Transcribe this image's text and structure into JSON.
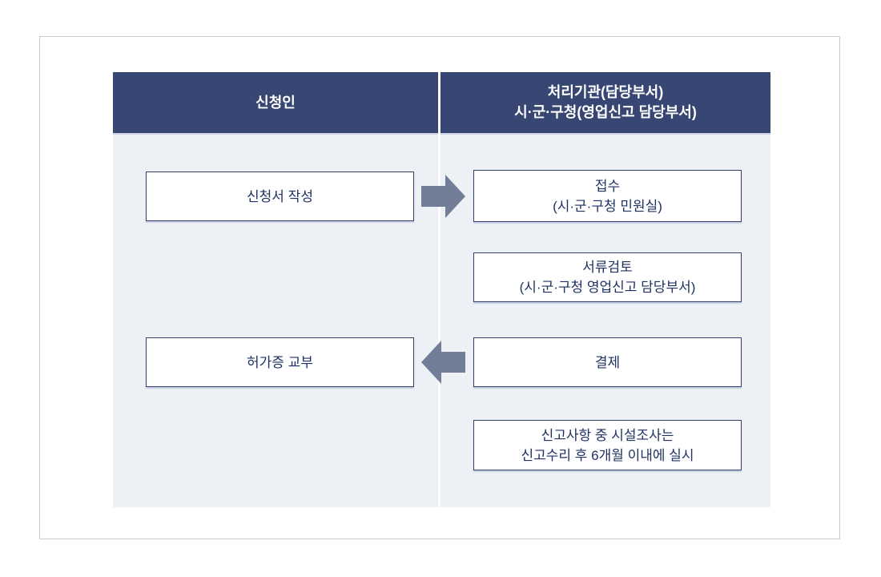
{
  "flowchart": {
    "header": {
      "applicant": "신청인",
      "agency_line1": "처리기관(담당부서)",
      "agency_line2": "시·군·구청(영업신고 담당부서)"
    },
    "nodes": {
      "apply": "신청서 작성",
      "receipt_line1": "접수",
      "receipt_line2": "(시·군·구청 민원실)",
      "review_line1": "서류검토",
      "review_line2": "(시·군·구청 영업신고 담당부서)",
      "issue": "허가증 교부",
      "payment": "결제",
      "note_line1": "신고사항 중 시설조사는",
      "note_line2": "신고수리 후 6개월 이내에 실시"
    },
    "icons": {
      "arrow_right": "arrow-right-icon",
      "arrow_left": "arrow-left-icon"
    },
    "colors": {
      "header_bg": "#374673",
      "panel_bg": "#edf1f6",
      "box_border": "#33406b",
      "box_text": "#1f3263",
      "arrow": "#727e98",
      "card_border": "#c7ccd2",
      "divider": "#fbfcfe"
    }
  }
}
